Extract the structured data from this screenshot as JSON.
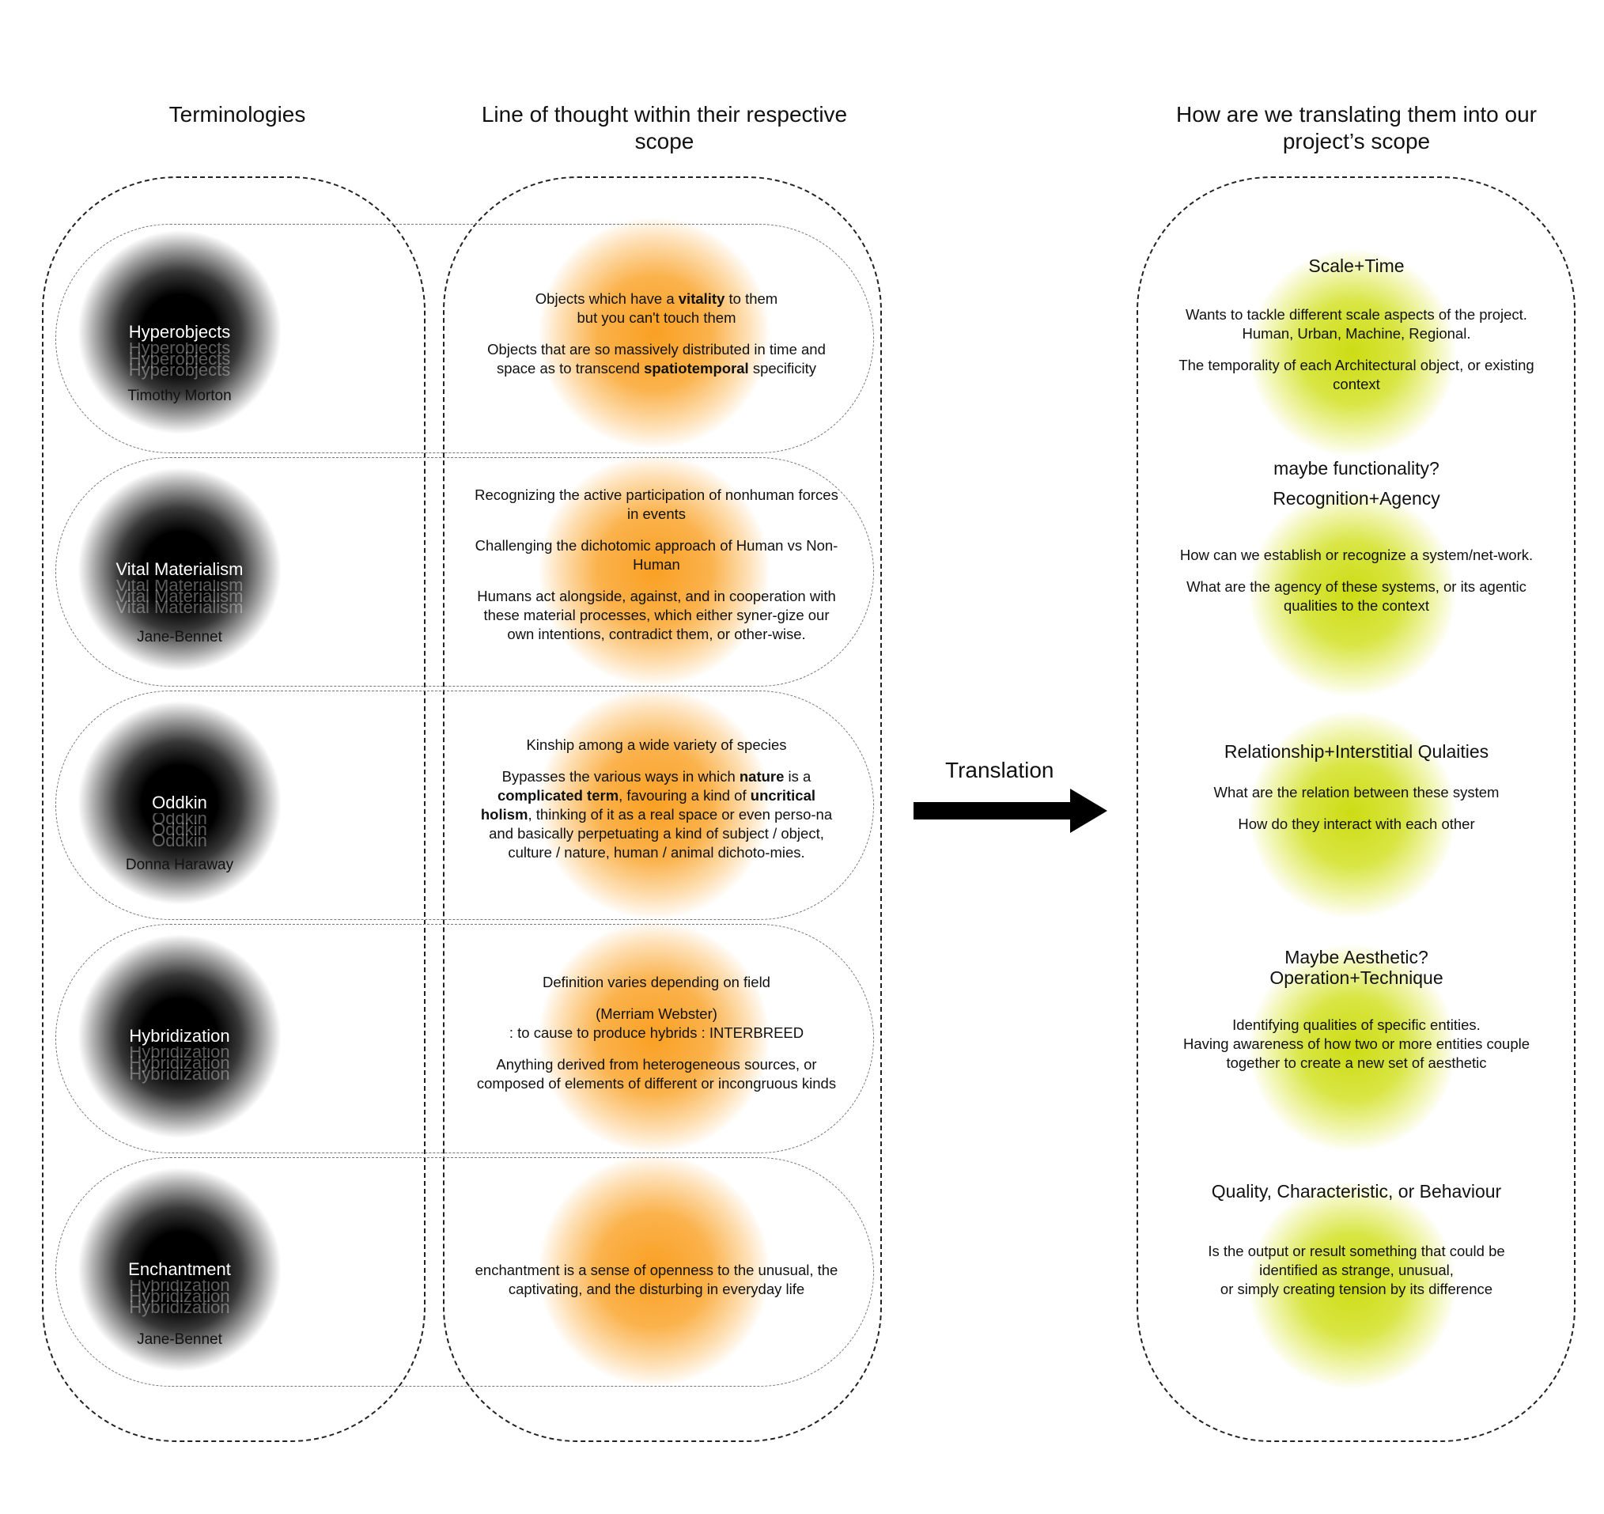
{
  "headers": {
    "terminologies": "Terminologies",
    "line_of_thought": "Line of thought within their respective scope",
    "translation_scope": "How are we translating them into our project’s scope"
  },
  "terms": [
    {
      "name": "Hyperobjects",
      "author": "Timothy Morton",
      "text": [
        [
          "Objects which have a ",
          {
            "b": "vitality"
          },
          " to them",
          {
            "br": true
          },
          "but you can't touch them"
        ],
        [
          "Objects that are so massively distributed in time and space as to transcend ",
          {
            "b": "spatiotemporal"
          },
          " specificity"
        ]
      ]
    },
    {
      "name": "Vital Materialism",
      "author": "Jane-Bennet",
      "text": [
        [
          "Recognizing the active participation of nonhuman forces in events"
        ],
        [
          "Challenging the dichotomic approach of Human vs Non-Human"
        ],
        [
          "Humans act alongside, against, and in cooperation with these material processes, which either syner-gize our own intentions, contradict them, or other-wise."
        ]
      ]
    },
    {
      "name": "Oddkin",
      "author": "Donna Haraway",
      "text": [
        [
          "Kinship among a wide variety of species"
        ],
        [
          "Bypasses the various ways in which ",
          {
            "b": "nature"
          },
          " is a ",
          {
            "b": "complicated term"
          },
          ", favouring a kind of ",
          {
            "b": "uncritical holism"
          },
          ", thinking of it as a real space or even perso-na and basically perpetuating a kind of subject / object, culture / nature, human / animal dichoto-mies."
        ]
      ]
    },
    {
      "name": "Hybridization",
      "author": "",
      "text": [
        [
          "Definition varies depending on field"
        ],
        [
          "(Merriam Webster)",
          {
            "br": true
          },
          ": to cause to produce hybrids : INTERBREED"
        ],
        [
          "Anything derived from heterogeneous sources, or composed of elements of different or incongruous kinds"
        ]
      ]
    },
    {
      "name": "Enchantment",
      "author": "Jane-Bennet",
      "ghost": "Hybridization",
      "text": [
        [
          "enchantment is a sense of openness to the unusual, the captivating, and the disturbing in everyday life"
        ]
      ]
    }
  ],
  "arrow_label": "Translation",
  "translations": [
    {
      "heading": "Scale+Time",
      "text": [
        [
          "Wants to tackle different scale aspects of the project. Human, Urban, Machine, Regional."
        ],
        [
          "The temporality of each Architectural object, or existing context"
        ]
      ]
    },
    {
      "heading": "maybe functionality?\nRecognition+Agency",
      "text": [
        [
          "How can we establish or recognize a system/net-work."
        ],
        [
          "What are the agency of these systems, or its agentic qualities to the context"
        ]
      ]
    },
    {
      "heading": "Relationship+Interstitial Qulaities",
      "text": [
        [
          "What are the relation between these system"
        ],
        [
          "How do they interact with each other"
        ]
      ]
    },
    {
      "heading": "Maybe Aesthetic?\nOperation+Technique",
      "text": [
        [
          "Identifying qualities of specific entities.",
          {
            "br": true
          },
          "Having awareness of how two or more entities couple together to create a new set of aesthetic"
        ]
      ]
    },
    {
      "heading": "Quality, Characteristic, or Behaviour",
      "text": [
        [
          "Is the output or result something that could be identified as strange, unusual,",
          {
            "br": true
          },
          "or simply creating tension by its difference"
        ]
      ]
    }
  ],
  "colors": {
    "orange_glow": "#f9a023",
    "yellow_glow": "#cddc14",
    "orb": "#000000"
  }
}
